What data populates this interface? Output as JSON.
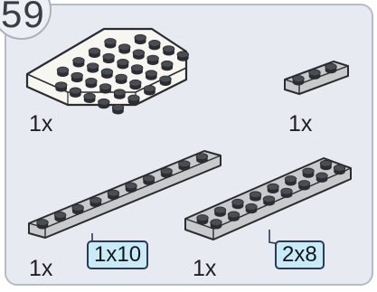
{
  "step": {
    "number": "59"
  },
  "parts": [
    {
      "id": "corner-plate",
      "quantity": "1x",
      "color": "#f5f4ef"
    },
    {
      "id": "plate-1x3",
      "quantity": "1x",
      "color": "#c9cacc"
    },
    {
      "id": "plate-1x10",
      "quantity": "1x",
      "color": "#c9cacc",
      "size_label": "1x10"
    },
    {
      "id": "plate-2x8",
      "quantity": "1x",
      "color": "#c9cacc",
      "size_label": "2x8"
    }
  ],
  "colors": {
    "panel_background": "#e7ebf1",
    "callout_fill": "#c7ecf8",
    "stud_dark": "#2b2d31"
  }
}
